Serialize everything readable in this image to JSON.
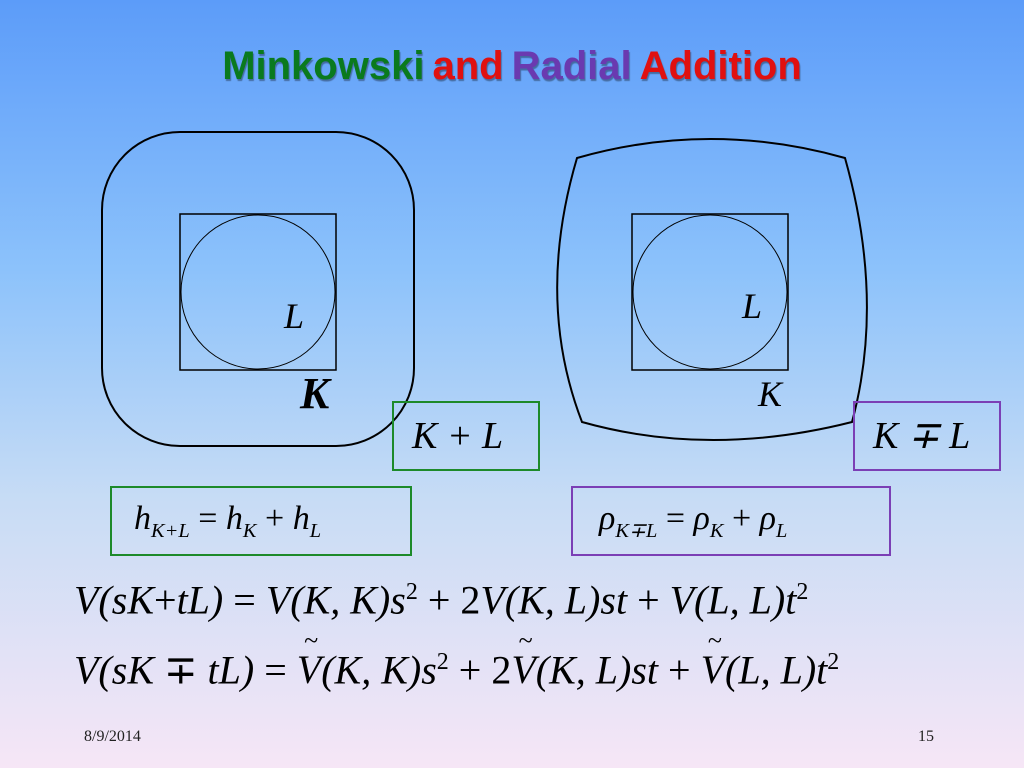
{
  "slide": {
    "title": {
      "word1": "Minkowski",
      "word2": "and",
      "word3": "Radial",
      "word4": "Addition",
      "color1": "#0a7a1e",
      "color2": "#e01010",
      "color3": "#6a3ab0",
      "color4": "#e01010"
    },
    "left_figure": {
      "inner_label": "L",
      "outer_label": "K"
    },
    "right_figure": {
      "inner_label": "L",
      "outer_label": "K"
    },
    "minkowski_box": {
      "text": "K + L",
      "border_color": "#1d8a2a"
    },
    "radial_box": {
      "text": "K ∓ L",
      "border_color": "#7b3fb5"
    },
    "support_formula": {
      "border_color": "#1d8a2a"
    },
    "radial_formula": {
      "border_color": "#7b3fb5"
    },
    "mixed_volume_formula": "V(sK+tL) = V(K,K)s² + 2V(K,L)st + V(L,L)t²",
    "radial_mixed_volume_formula": "V(sK ∓ tL) = Ṽ(K,K)s² + 2Ṽ(K,L)st + Ṽ(L,L)t²",
    "footer": {
      "date": "8/9/2014",
      "page_number": "15"
    }
  }
}
